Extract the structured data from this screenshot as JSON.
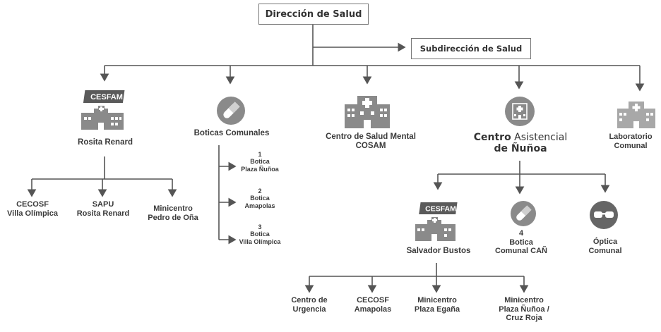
{
  "top": {
    "title": "Dirección de Salud",
    "sub": "Subdirección de Salud"
  },
  "units": {
    "rosita": {
      "badge": "CESFAM",
      "label": "Rosita Renard"
    },
    "boticas": {
      "label": "Boticas Comunales"
    },
    "cosam": {
      "line1": "Centro de Salud Mental",
      "line2": "COSAM"
    },
    "can": {
      "line1_bold": "Centro",
      "line1_rest": " Asistencial",
      "line2": "de Ñuñoa"
    },
    "lab": {
      "line1": "Laboratorio",
      "line2": "Comunal"
    }
  },
  "rosita_children": [
    {
      "line1": "CECOSF",
      "line2": "Villa Olímpica"
    },
    {
      "line1": "SAPU",
      "line2": "Rosita Renard"
    },
    {
      "line1": "Minicentro",
      "line2": "Pedro de Oña"
    }
  ],
  "boticas_list": [
    {
      "num": "1",
      "line1": "Botica",
      "line2": "Plaza Ñuñoa"
    },
    {
      "num": "2",
      "line1": "Botica",
      "line2": "Amapolas"
    },
    {
      "num": "3",
      "line1": "Botica",
      "line2": "Villa Olímpica"
    }
  ],
  "can_children": {
    "salvador": {
      "badge": "CESFAM",
      "label": "Salvador Bustos"
    },
    "botica4": {
      "num": "4",
      "line1": "Botica",
      "line2": "Comunal CAÑ"
    },
    "optica": {
      "line1": "Óptica",
      "line2": "Comunal"
    }
  },
  "salvador_children": [
    {
      "line1": "Centro de",
      "line2": "Urgencia",
      "line3": ""
    },
    {
      "line1": "CECOSF",
      "line2": "Amapolas",
      "line3": ""
    },
    {
      "line1": "Minicentro",
      "line2": "Plaza Egaña",
      "line3": ""
    },
    {
      "line1": "Minicentro",
      "line2": "Plaza Ñuñoa /",
      "line3": "Cruz Roja"
    }
  ],
  "colors": {
    "line": "#555555",
    "icon": "#8a8a8a",
    "badge": "#5a5a5a",
    "text": "#3a3a3a"
  }
}
